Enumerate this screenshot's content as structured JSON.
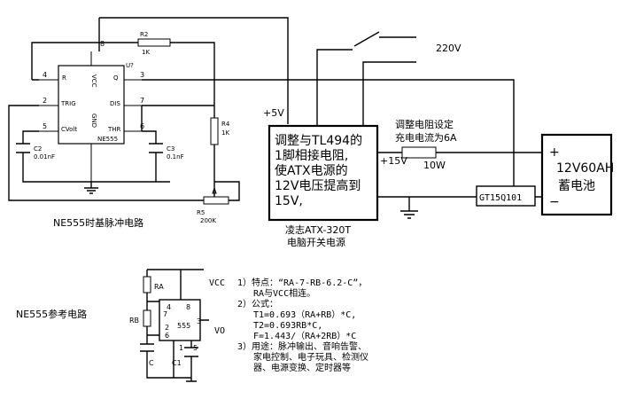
{
  "ic": {
    "ref": "U?",
    "part": "NE555",
    "pins": {
      "p4": "4",
      "p8": "8",
      "p3": "3",
      "p2": "2",
      "p7": "7",
      "p5": "5",
      "p6": "6"
    },
    "pin_names": {
      "r": "R",
      "vcc": "VCC",
      "q": "Q",
      "trig": "TRIG",
      "dis": "DIS",
      "cvolt": "CVolt",
      "gnd": "GND",
      "thr": "THR"
    }
  },
  "components": {
    "r2_ref": "R2",
    "r2_val": "1K",
    "r4_ref": "R4",
    "r4_val": "1K",
    "r5_ref": "R5",
    "r5_val": "200K",
    "c2_ref": "C2",
    "c2_val": "0.01nF",
    "c3_ref": "C3",
    "c3_val": "0.1nF"
  },
  "power_supply": {
    "plus5v": "+5V",
    "text_lines": [
      "调整与TL494的",
      "1脚相接电阻,",
      "使ATX电源的",
      "12V电压提高到",
      "15V,"
    ],
    "caption_line1": "凌志ATX-320T",
    "caption_line2": "电脑开关电源",
    "plus15v": "+15V"
  },
  "mains": {
    "label": "220V"
  },
  "charge_resistor": {
    "note_line1": "调整电阻设定",
    "note_line2": "充电电流为6A",
    "value": "10W"
  },
  "thyristor": {
    "label": "GT15Q101"
  },
  "battery": {
    "plus": "+",
    "minus": "−",
    "line1": "12V60AH",
    "line2": "蓄电池"
  },
  "circuit_title": "NE555时基脉冲电路",
  "ref_circuit": {
    "title": "NE555参考电路",
    "ra": "RA",
    "rb": "RB",
    "c": "C",
    "c1": "C1",
    "vcc": "VCC",
    "vo": "VO",
    "chip": "555",
    "pin4": "4",
    "pin8": "8",
    "pin7": "7",
    "pin3": "3",
    "pin2": "2",
    "pin6": "6",
    "pin5": "5",
    "pin1": "1"
  },
  "notes": [
    "1）特点：“RA-7-RB-6.2-C”，",
    "RA与VCC相连。",
    "2）公式：",
    "T1=0.693（RA+RB）*C,",
    "T2=0.693RB*C,",
    "F=1.443/（RA+2RB）*C",
    "3）用途：脉冲输出、音响告警、",
    "家电控制、电子玩具、检测仪",
    "器、电源变换、定时器等"
  ]
}
